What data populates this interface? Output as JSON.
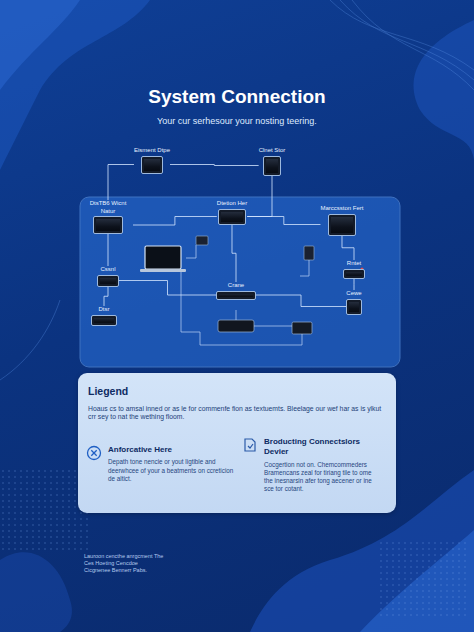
{
  "diagram": {
    "title": "System Connection",
    "nodes": [
      {
        "text": [
          "Eisment Dtpe"
        ]
      },
      {
        "text": [
          "Clnet Stor"
        ]
      },
      {
        "text": [
          "DtsTB6 Wicnt Natur"
        ]
      },
      {
        "text": [
          "Dtetion Her"
        ]
      },
      {
        "text": [
          "Marccsston Fert"
        ]
      },
      {
        "text": [
          "Cssnl"
        ]
      },
      {
        "text": [
          "Rntet"
        ]
      },
      {
        "text": [
          "Crane"
        ]
      },
      {
        "text": [
          "Cewe"
        ]
      },
      {
        "text": [
          "Dtsr"
        ]
      },
      {
        "text": [
          "Liegend",
          "Hoaus cs to amsal inned or as le for commenfe fion as textuemts. Bleelage our wef har as is ylkut crr sey to nat the wething floom."
        ]
      },
      {
        "text": [
          "Anforcative Here",
          "Depath tone nencie or yout ligtible and deerwhcee of your a beatments on ccreticion de altict."
        ],
        "in": 10
      },
      {
        "text": [
          "Broducting Connectslors Devier",
          "Cocgertion not on. Chemcommeders Bramencans zeal for tiriang tile to ome the inesnarsin afer tong aecener or ine sce tor cotant."
        ],
        "in": 10
      }
    ],
    "edges": [
      {
        "from": 0,
        "to": 2,
        "arrow": "none"
      },
      {
        "from": 1,
        "to": 3,
        "arrow": "none"
      },
      {
        "from": 0,
        "to": 1,
        "arrow": "none"
      },
      {
        "from": 2,
        "to": 3,
        "arrow": "none"
      },
      {
        "from": 3,
        "to": 4,
        "arrow": "none"
      },
      {
        "from": 3,
        "to": 7,
        "arrow": "none"
      },
      {
        "from": 2,
        "to": 5,
        "arrow": "none"
      },
      {
        "from": 5,
        "to": 9,
        "arrow": "none"
      },
      {
        "from": 4,
        "to": 6,
        "arrow": "none"
      },
      {
        "from": 6,
        "to": 8,
        "arrow": "none"
      },
      {
        "from": 7,
        "to": 8,
        "arrow": "none"
      },
      {
        "from": 5,
        "to": 7,
        "arrow": "none"
      }
    ],
    "labels": [
      "Your cur serhesour your nosting teering.",
      "Lauroon cencthe anrgcment The Ces Hoeting Cencdoe Cicgnenee Bennerr Pabs."
    ]
  }
}
